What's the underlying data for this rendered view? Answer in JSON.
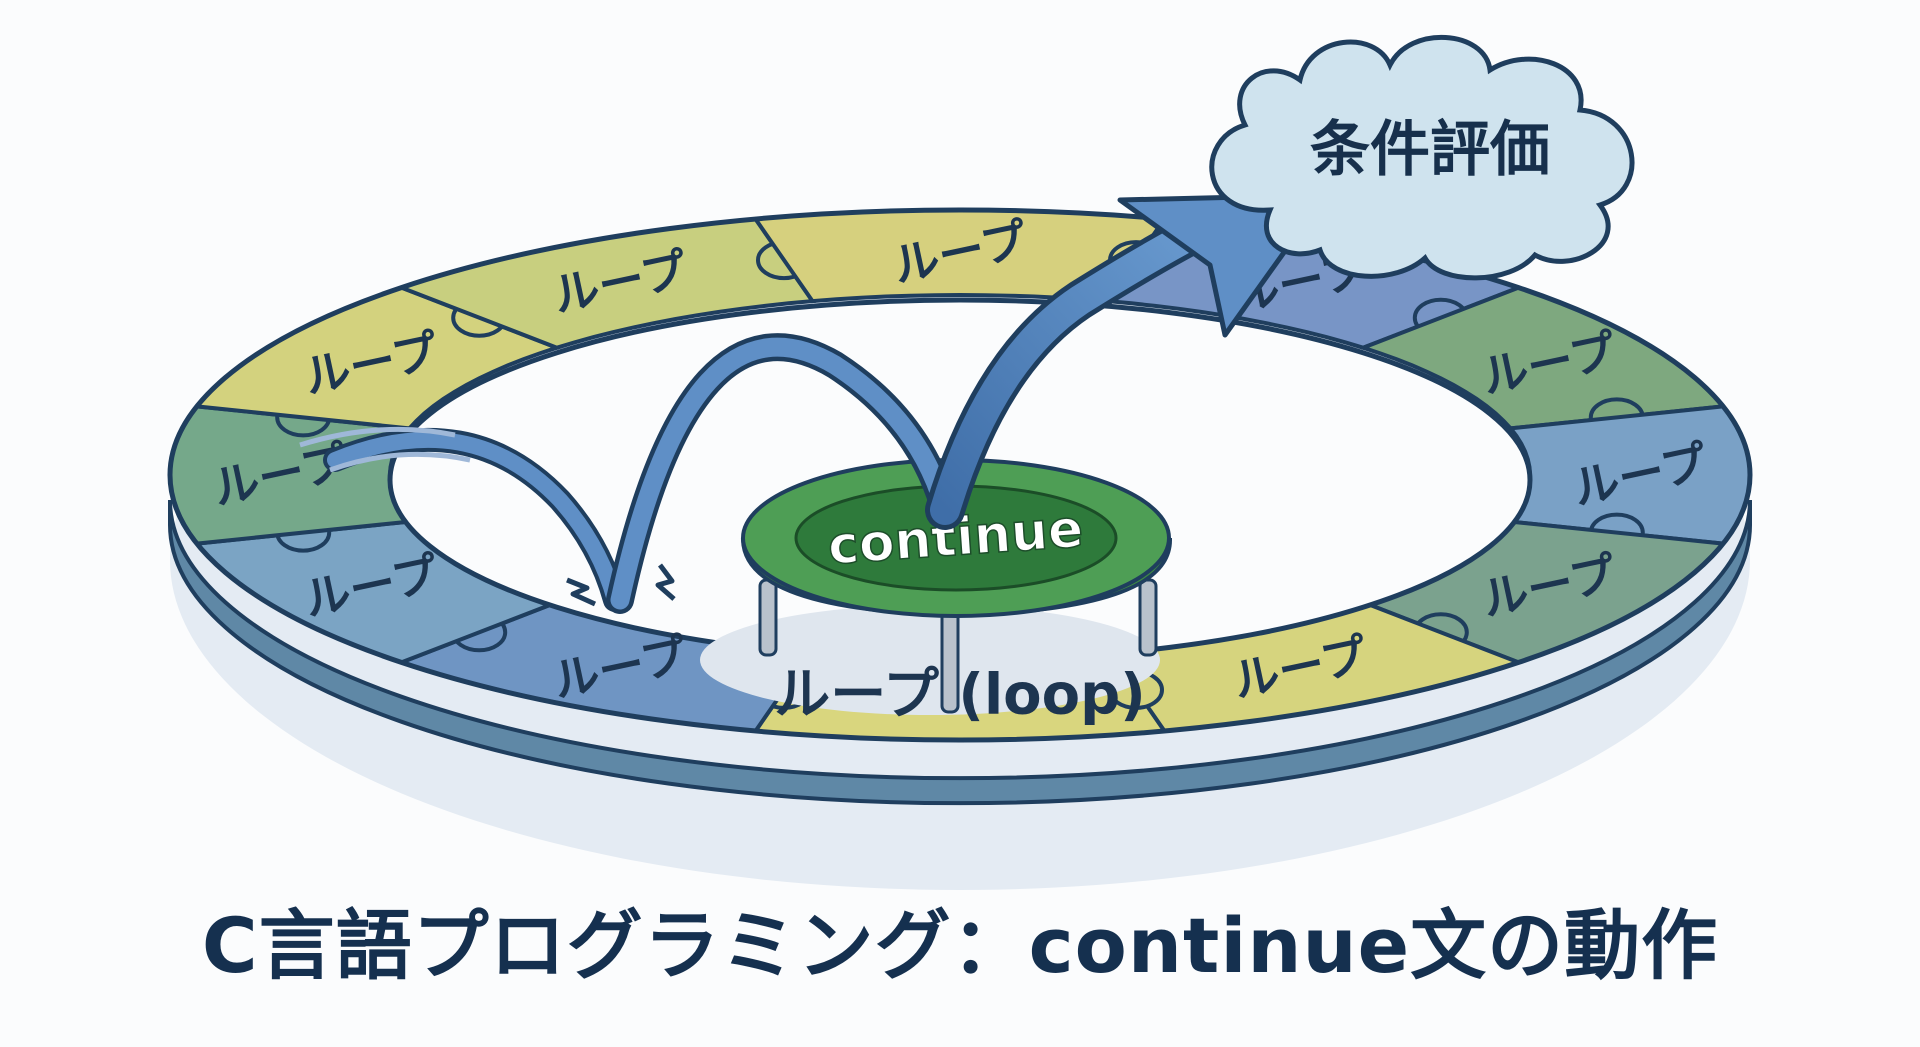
{
  "title": "C言語プログラミング：continue文の動作",
  "ring": {
    "pieces": [
      {
        "label": "ループ (loop)",
        "color": "#d9d67e",
        "main": true
      },
      {
        "label": "ループ",
        "color": "#6f95c3"
      },
      {
        "label": "ループ",
        "color": "#7ba4c4"
      },
      {
        "label": "ループ",
        "color": "#75a88a"
      },
      {
        "label": "ループ",
        "color": "#d3d27e"
      },
      {
        "label": "ループ",
        "color": "#c8cf7f"
      },
      {
        "label": "ループ",
        "color": "#d6d07e"
      },
      {
        "label": "ループ",
        "color": "#7895c6"
      },
      {
        "label": "ループ",
        "color": "#7ea87f"
      },
      {
        "label": "ループ",
        "color": "#7aa1c6"
      },
      {
        "label": "ループ",
        "color": "#7ba28e"
      },
      {
        "label": "ループ",
        "color": "#d6d47e"
      }
    ]
  },
  "trampoline": {
    "label": "continue"
  },
  "cloud": {
    "label": "条件評価"
  }
}
